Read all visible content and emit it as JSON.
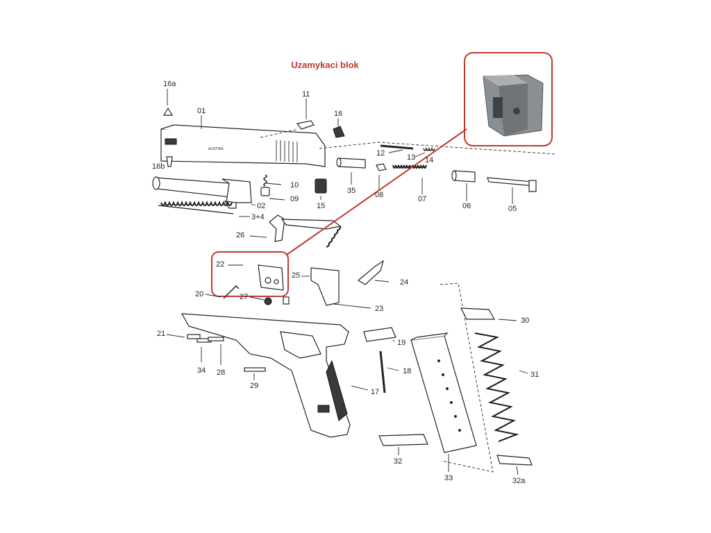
{
  "title": "Uzamykaci blok",
  "colors": {
    "highlight": "#c0392b",
    "line": "#222222",
    "spring": "#1a1a1a"
  },
  "labels": {
    "p16a": "16a",
    "p01": "01",
    "p11": "11",
    "p16": "16",
    "p16b": "16b",
    "p12": "12",
    "p13": "13",
    "p14": "14",
    "p10": "10",
    "p09": "09",
    "p02": "02",
    "p15": "15",
    "p35": "35",
    "p08": "08",
    "p07": "07",
    "p06": "06",
    "p05": "05",
    "p34plus": "3+4",
    "p26": "26",
    "p22": "22",
    "p25": "25",
    "p24": "24",
    "p20": "20",
    "p27": "27",
    "p23": "23",
    "p30": "30",
    "p21": "21",
    "p19": "19",
    "p34": "34",
    "p28": "28",
    "p18": "18",
    "p31": "31",
    "p29": "29",
    "p17": "17",
    "p32": "32",
    "p33": "33",
    "p32a": "32a"
  },
  "slide_marking": "AUSTRIA"
}
